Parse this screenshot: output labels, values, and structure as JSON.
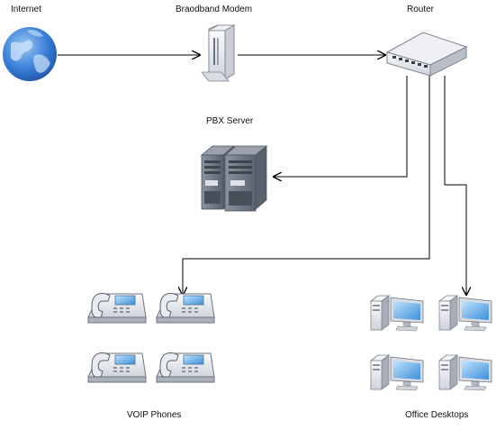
{
  "nodes": {
    "internet": {
      "label": "Internet",
      "icon": "globe-icon"
    },
    "modem": {
      "label": "Braodband Modem",
      "icon": "modem-icon"
    },
    "router": {
      "label": "Router",
      "icon": "router-icon"
    },
    "pbx": {
      "label": "PBX Server",
      "icon": "server-icon"
    },
    "phones": {
      "label": "VOIP Phones",
      "icon": "desk-phone-icon"
    },
    "desktops": {
      "label": "Office Desktops",
      "icon": "desktop-computer-icon"
    }
  },
  "connections": [
    {
      "from": "internet",
      "to": "modem"
    },
    {
      "from": "modem",
      "to": "router"
    },
    {
      "from": "router",
      "to": "pbx"
    },
    {
      "from": "router",
      "to": "phones"
    },
    {
      "from": "router",
      "to": "desktops"
    }
  ],
  "colors": {
    "line": "#000000",
    "globe": "#3a7fd8",
    "device_body": "#e6e9ee",
    "server_body": "#6b7380",
    "screen": "#58a8e8"
  }
}
